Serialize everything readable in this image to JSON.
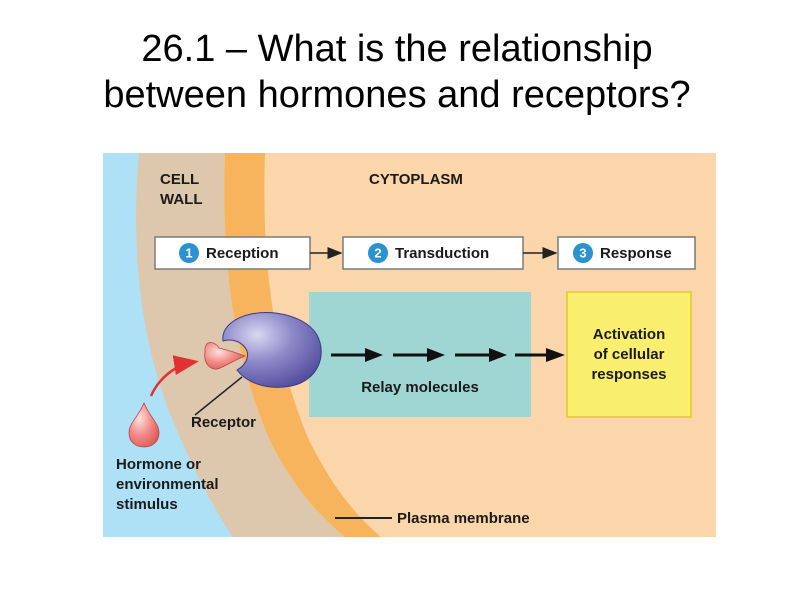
{
  "title": {
    "line1": "26.1 – What is the relationship",
    "line2": "between hormones and receptors?"
  },
  "diagram": {
    "cell_wall_label": [
      "CELL",
      "WALL"
    ],
    "cytoplasm_label": "CYTOPLASM",
    "steps": [
      {
        "number": "1",
        "label": "Reception"
      },
      {
        "number": "2",
        "label": "Transduction"
      },
      {
        "number": "3",
        "label": "Response"
      }
    ],
    "relay_label": "Relay molecules",
    "activation_label": [
      "Activation",
      "of cellular",
      "responses"
    ],
    "receptor_label": "Receptor",
    "hormone_label": [
      "Hormone or",
      "environmental",
      "stimulus"
    ],
    "membrane_label": "Plasma membrane",
    "colors": {
      "cell_wall": "#ddc8ad",
      "exterior": "#aee0f6",
      "membrane": "#f8b45d",
      "cytoplasm": "#fad6aa",
      "relay_box": "#9fd5d2",
      "activation_box": "#f9ee6d",
      "step_number": "#2b92d1",
      "receptor": "#7c77c2",
      "hormone": "#f28a87"
    }
  }
}
